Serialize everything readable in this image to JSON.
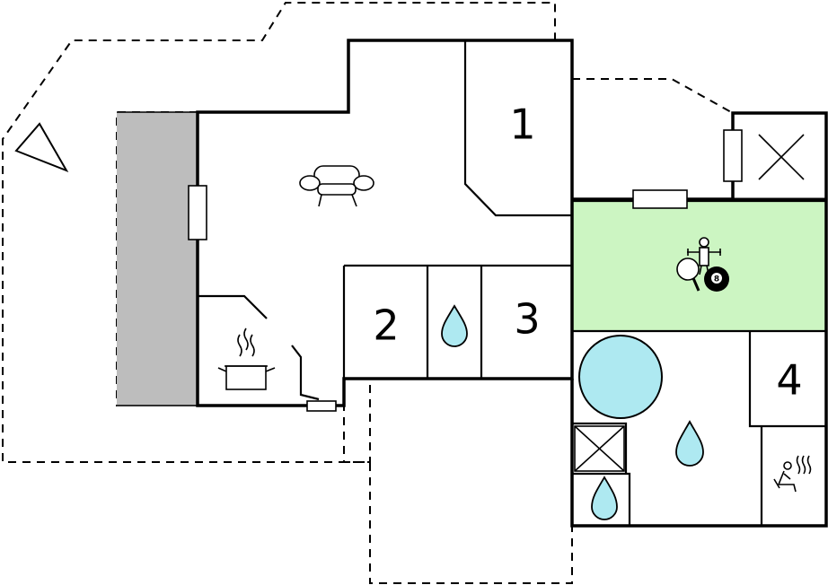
{
  "rooms": {
    "bedroom_1": "1",
    "bedroom_2": "2",
    "bedroom_3": "3",
    "bedroom_4": "4"
  },
  "colors": {
    "outdoor_area": "#e3e3e3",
    "covered_terrace": "#bdbdbd",
    "game_room": "#ccf5c2",
    "water": "#aee9f1",
    "wall": "#000000",
    "floor": "#ffffff"
  },
  "icons": {
    "north_arrow": "triangle-north-icon",
    "living_room": "sofa-icon",
    "kitchen": "cooking-pot-icon",
    "game_room": [
      "table-football-icon",
      "table-tennis-icon",
      "billiard-eight-ball-icon"
    ],
    "pool": "round-pool-icon",
    "bathrooms": "water-drop-icon",
    "sauna": "sauna-icon",
    "technical_rooms": "crossed-box-icon",
    "billiard_ball_number": "8"
  }
}
